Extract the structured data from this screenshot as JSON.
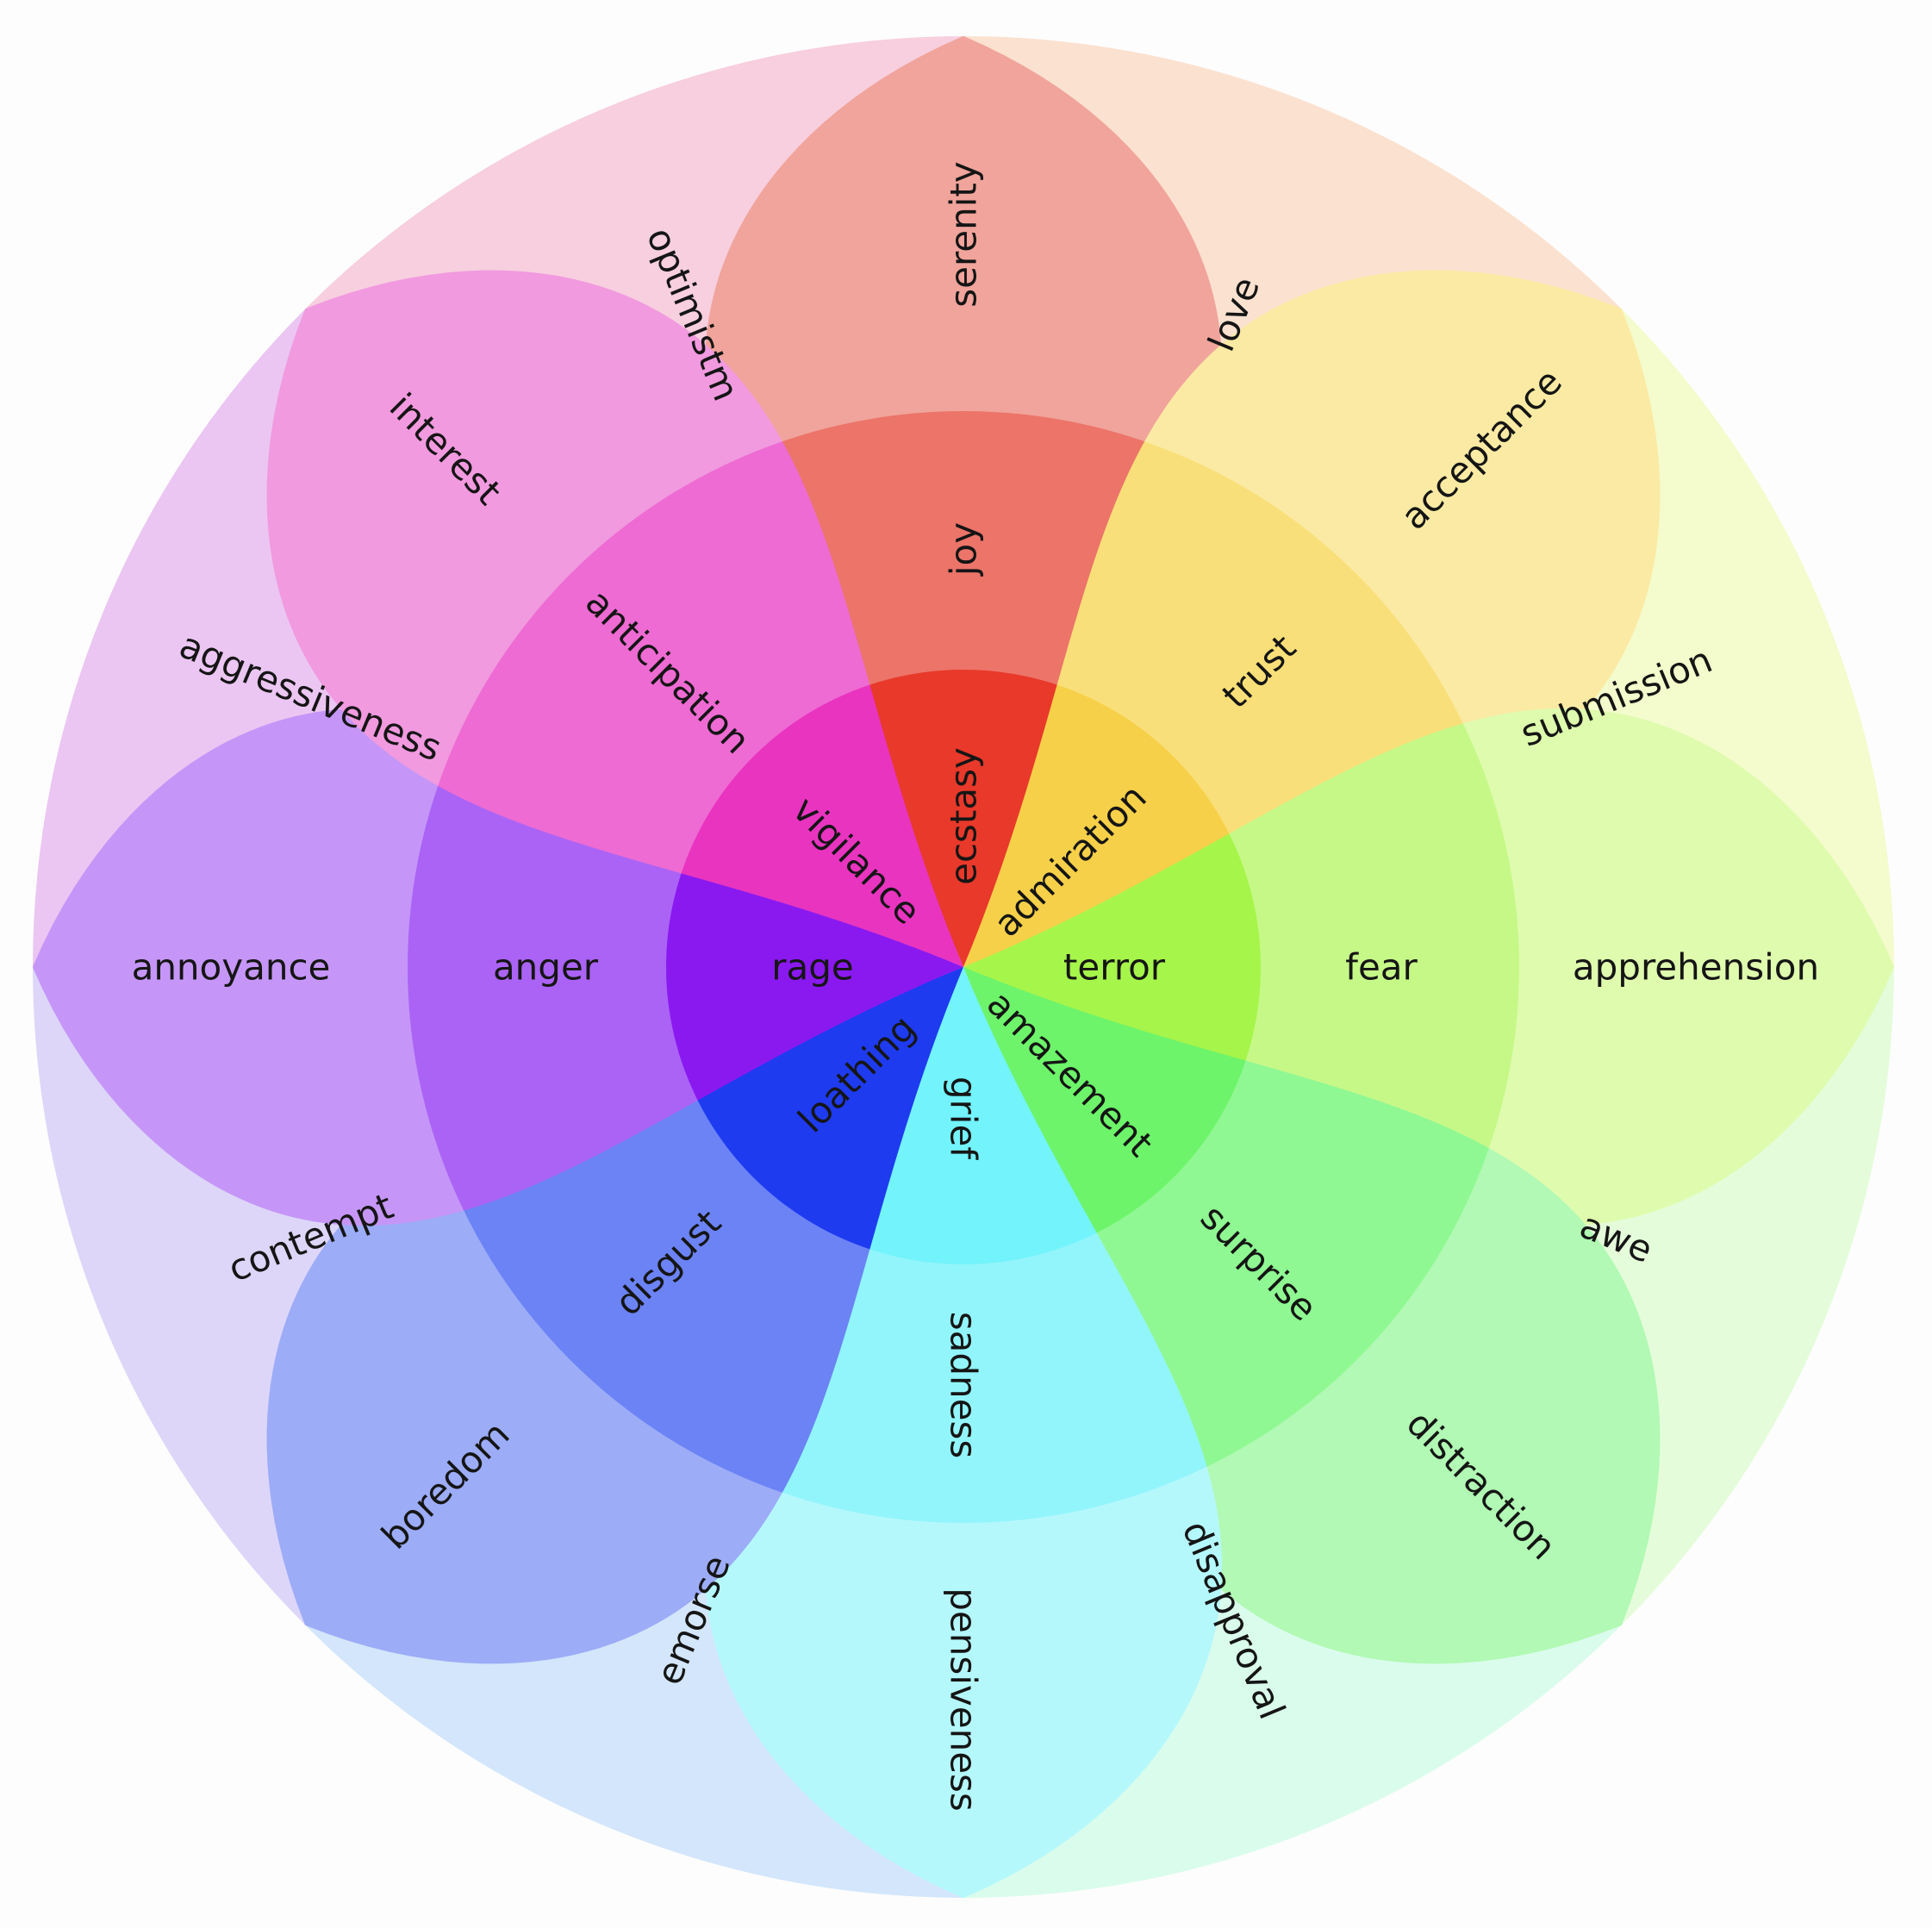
{
  "colors": {
    "background": "#fdfdfd",
    "text": "#151515"
  },
  "petals": [
    {
      "key": "joy",
      "angle": 90,
      "inner": {
        "label": "ecstasy",
        "color": "#e8392a"
      },
      "middle": {
        "label": "joy",
        "color": "#ec7469"
      },
      "outer": {
        "label": "serenity",
        "color": "#f0a49b"
      }
    },
    {
      "key": "trust",
      "angle": 45,
      "inner": {
        "label": "admiration",
        "color": "#f7d049"
      },
      "middle": {
        "label": "trust",
        "color": "#f9df79"
      },
      "outer": {
        "label": "acceptance",
        "color": "#fbeaa4"
      }
    },
    {
      "key": "fear",
      "angle": 0,
      "inner": {
        "label": "terror",
        "color": "#a6f54a"
      },
      "middle": {
        "label": "fear",
        "color": "#c6f888"
      },
      "outer": {
        "label": "apprehension",
        "color": "#dffbae"
      }
    },
    {
      "key": "surprise",
      "angle": -45,
      "inner": {
        "label": "amazement",
        "color": "#6df46a"
      },
      "middle": {
        "label": "surprise",
        "color": "#8ff892"
      },
      "outer": {
        "label": "distraction",
        "color": "#b1f9b4"
      }
    },
    {
      "key": "sadness",
      "angle": -90,
      "inner": {
        "label": "grief",
        "color": "#73f3fb"
      },
      "middle": {
        "label": "sadness",
        "color": "#92f5fb"
      },
      "outer": {
        "label": "pensiveness",
        "color": "#b5f8fc"
      }
    },
    {
      "key": "disgust",
      "angle": -135,
      "inner": {
        "label": "loathing",
        "color": "#1e3bf0"
      },
      "middle": {
        "label": "disgust",
        "color": "#6b83f5"
      },
      "outer": {
        "label": "boredom",
        "color": "#9cacf7"
      }
    },
    {
      "key": "anger",
      "angle": 180,
      "inner": {
        "label": "rage",
        "color": "#8a19f0"
      },
      "middle": {
        "label": "anger",
        "color": "#ab63f5"
      },
      "outer": {
        "label": "annoyance",
        "color": "#c596f7"
      }
    },
    {
      "key": "anticipation",
      "angle": 135,
      "inner": {
        "label": "vigilance",
        "color": "#e934c0"
      },
      "middle": {
        "label": "anticipation",
        "color": "#ee6bd3"
      },
      "outer": {
        "label": "interest",
        "color": "#f19adf"
      }
    }
  ],
  "dyads": [
    {
      "label": "love",
      "angle": 67.5,
      "color": "#fbe1cf"
    },
    {
      "label": "submission",
      "angle": 22.5,
      "color": "#f4fbcc"
    },
    {
      "label": "awe",
      "angle": -22.5,
      "color": "#e5fcdb"
    },
    {
      "label": "disapproval",
      "angle": -67.5,
      "color": "#dafcec"
    },
    {
      "label": "emorse",
      "angle": -112.5,
      "color": "#d3e6fb"
    },
    {
      "label": "contempt",
      "angle": -157.5,
      "color": "#ddd6f8"
    },
    {
      "label": "aggressiveness",
      "angle": 157.5,
      "color": "#ebc6f2"
    },
    {
      "label": "optimistm",
      "angle": 112.5,
      "color": "#f7cfdf"
    }
  ]
}
